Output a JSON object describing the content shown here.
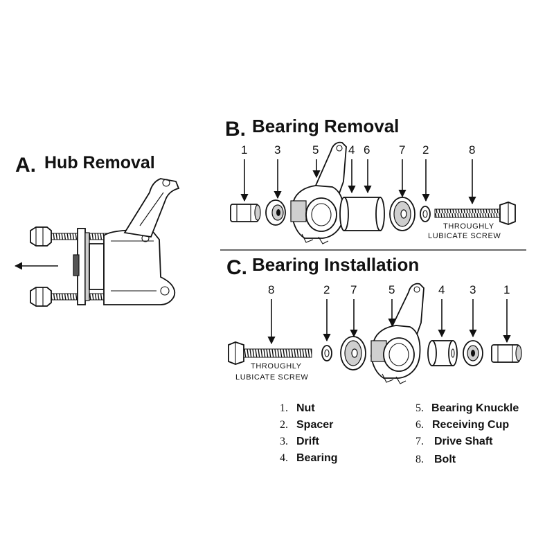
{
  "sections": {
    "a": {
      "letter": "A.",
      "title": "Hub Removal"
    },
    "b": {
      "letter": "B.",
      "title": "Bearing Removal",
      "callouts": [
        "1",
        "3",
        "5",
        "4",
        "6",
        "7",
        "2",
        "8"
      ],
      "note_line1": "THROUGHLY",
      "note_line2": "LUBICATE SCREW"
    },
    "c": {
      "letter": "C.",
      "title": "Bearing Installation",
      "callouts": [
        "8",
        "2",
        "7",
        "5",
        "4",
        "3",
        "1"
      ],
      "note_line1": "THROUGHLY",
      "note_line2": "LUBICATE SCREW"
    }
  },
  "legend": [
    {
      "num": "1.",
      "label": "Nut"
    },
    {
      "num": "2.",
      "label": "Spacer"
    },
    {
      "num": "3.",
      "label": "Drift"
    },
    {
      "num": "4.",
      "label": "Bearing"
    },
    {
      "num": "5.",
      "label": "Bearing Knuckle"
    },
    {
      "num": "6.",
      "label": "Receiving Cup"
    },
    {
      "num": "7.",
      "label": "Drive Shaft"
    },
    {
      "num": "8.",
      "label": "Bolt"
    }
  ]
}
